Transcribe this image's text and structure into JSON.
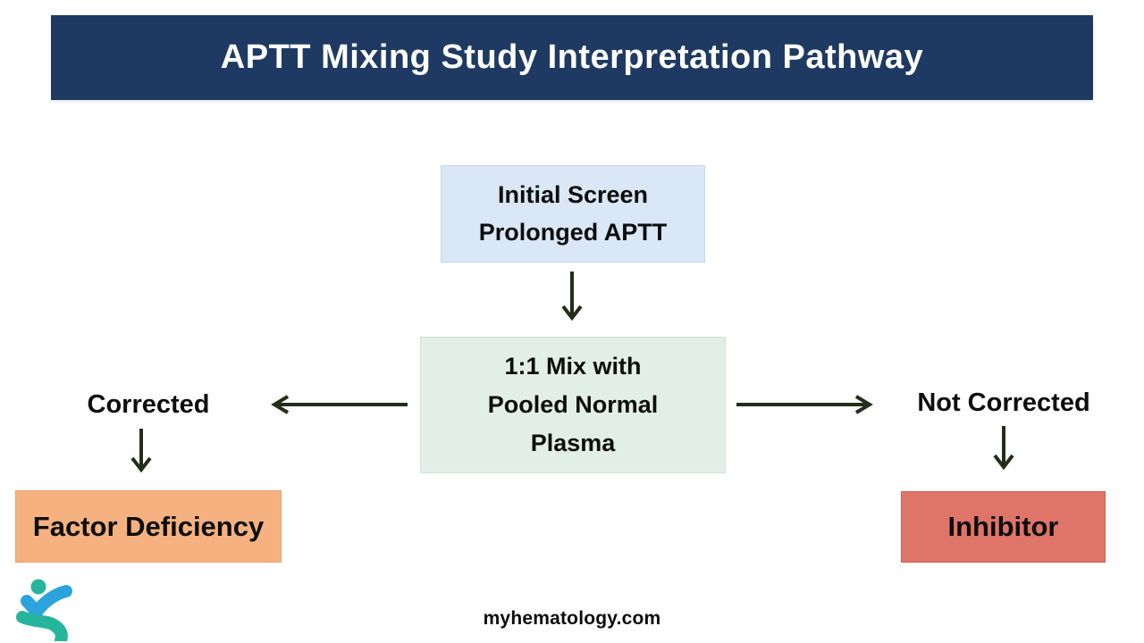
{
  "title": "APTT Mixing Study Interpretation Pathway",
  "flow": {
    "initial_screen": {
      "label": "Initial Screen\nProlonged APTT"
    },
    "mix": {
      "label": "1:1 Mix with\nPooled Normal\nPlasma"
    },
    "left_branch": {
      "condition": "Corrected",
      "outcome": "Factor Deficiency"
    },
    "right_branch": {
      "condition": "Not Corrected",
      "outcome": "Inhibitor"
    }
  },
  "footer": {
    "website": "myhematology.com",
    "logo": "myhematology-logo"
  },
  "colors": {
    "page_bg": "#FFFFFF",
    "title_bg": "#1F3A62",
    "title_text": "#FFFFFF",
    "screen_box_bg": "#D9E7F6",
    "mix_box_bg": "#E2EFE8",
    "deficiency_box_bg": "#F5B17F",
    "inhibitor_box_bg": "#DF7468",
    "arrow": "#222E1A",
    "node_text": "#0D0D0D",
    "logo_blue": "#2BA3DC",
    "logo_teal": "#26B49C"
  }
}
